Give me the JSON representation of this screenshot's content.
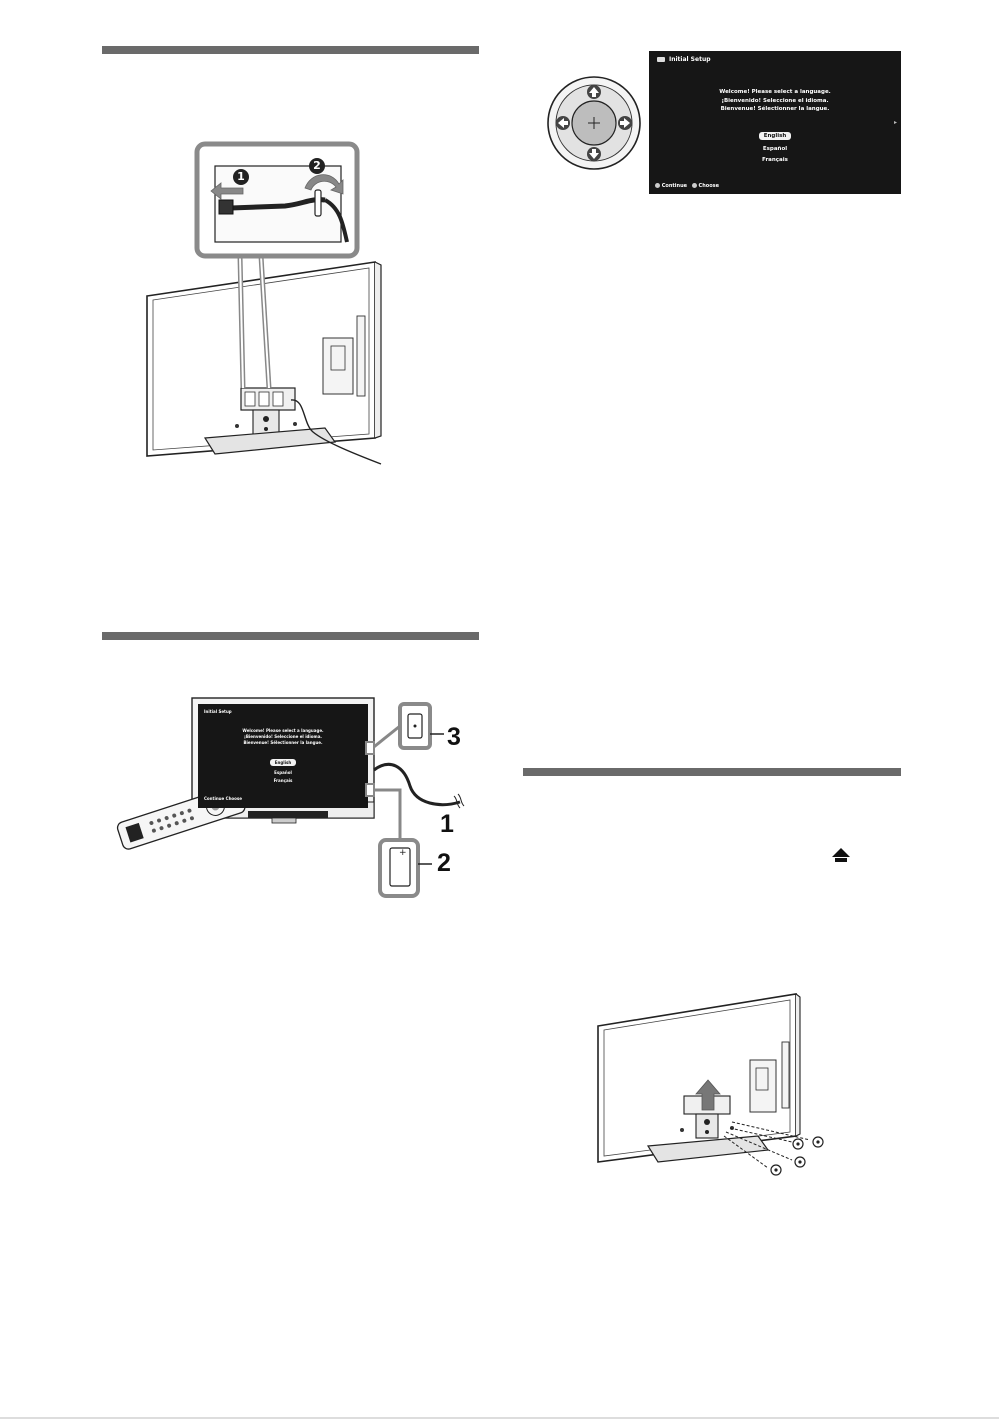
{
  "page": {
    "section_rules": [
      "rule-1",
      "rule-2",
      "rule-3"
    ]
  },
  "initial_setup_screen": {
    "header": "Initial Setup",
    "welcome_lines": [
      "Welcome! Please select a language.",
      "¡Bienvenido! Seleccione el idioma.",
      "Bienvenue! Sélectionner la langue."
    ],
    "options": [
      "English",
      "Español",
      "Français"
    ],
    "selected": "English",
    "footer_continue": "Continue",
    "footer_choose": "Choose",
    "side_arrow": "▸"
  },
  "cable_figure": {
    "step_1": "1",
    "step_2": "2"
  },
  "connection_figure": {
    "callouts": [
      "1",
      "2",
      "3"
    ],
    "plug_symbol": "+"
  },
  "stand_figure": {
    "arrow_icon": "up-arrow-icon"
  },
  "colors": {
    "rule": "#6a6a6a",
    "screen_bg": "#161616",
    "line": "#222222"
  }
}
